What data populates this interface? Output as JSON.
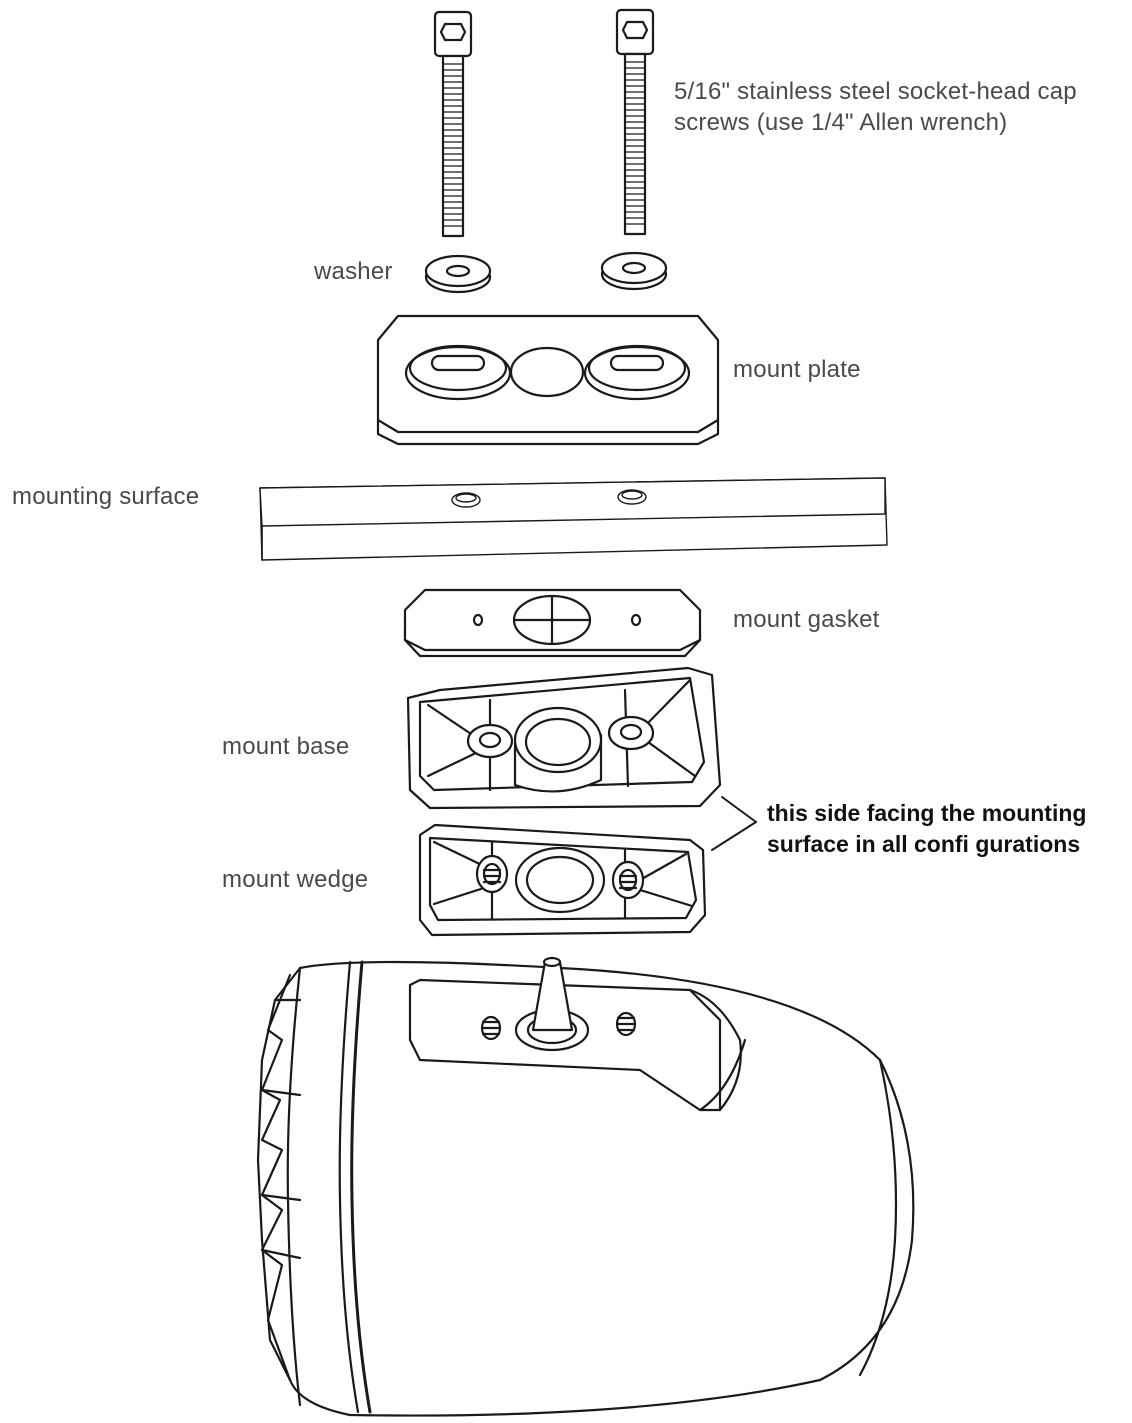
{
  "labels": {
    "screws_line1": "5/16\" stainless steel socket-head cap",
    "screws_line2": "screws (use 1/4\" Allen wrench)",
    "washer": "washer",
    "mount_plate": "mount plate",
    "mounting_surface": "mounting surface",
    "mount_gasket": "mount gasket",
    "mount_base": "mount base",
    "mount_wedge": "mount wedge"
  },
  "note": {
    "line1": "this side facing the mounting",
    "line2": "surface in all confi gurations"
  },
  "colors": {
    "stroke": "#1a1a1a",
    "label_text": "#4a4a4a",
    "note_text": "#111111",
    "background": "#ffffff"
  },
  "icons": {
    "screw": "socket-head-cap-screw-icon",
    "speaker": "speaker-pod-icon"
  }
}
